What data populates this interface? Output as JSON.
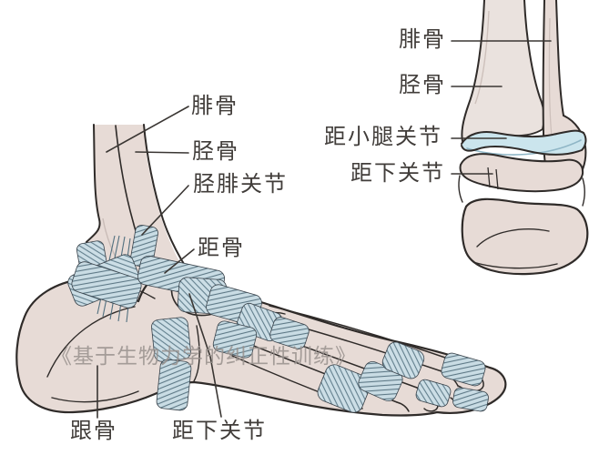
{
  "diagram": {
    "watermark": "《基于生物力学的纠正性训练》",
    "lateral_view": {
      "labels": {
        "fibula": "腓骨",
        "tibia": "胫骨",
        "tibiofibular_joint": "胫腓关节",
        "talus": "距骨",
        "calcaneus": "跟骨",
        "subtalar_joint": "距下关节"
      }
    },
    "posterior_view": {
      "labels": {
        "fibula": "腓骨",
        "tibia": "胫骨",
        "talocrural_joint": "距小腿关节",
        "subtalar_joint": "距下关节"
      }
    },
    "colors": {
      "background": "#ffffff",
      "bone_fill": "#e7dbd6",
      "bone_fill_light": "#eae2de",
      "outline": "#2f2b29",
      "ligament_blue": "#c9dce4",
      "ligament_hatch": "#5d7886",
      "cartilage_blue": "#cbe5ed",
      "label_text": "#413d3a",
      "leader_line": "#3a3633",
      "watermark_gray": "#989089"
    }
  }
}
